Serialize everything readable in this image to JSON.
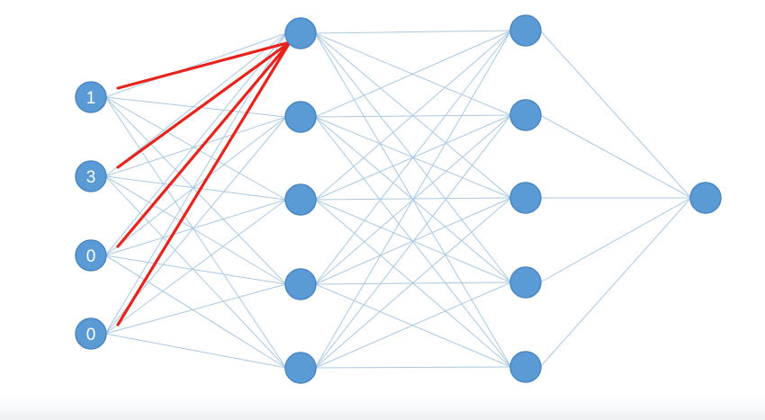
{
  "diagram": {
    "colors": {
      "node_fill": "#5b9bd5",
      "node_stroke": "#4a86c2",
      "edge": "#a9c8e3",
      "highlight": "#e8231b",
      "background": "#ffffff"
    },
    "layers": [
      {
        "name": "input",
        "labels": [
          "1",
          "3",
          "0",
          "0"
        ]
      },
      {
        "name": "hidden-1",
        "labels": [
          "",
          "",
          "",
          "",
          ""
        ]
      },
      {
        "name": "hidden-2",
        "labels": [
          "",
          "",
          "",
          "",
          ""
        ]
      },
      {
        "name": "output",
        "labels": [
          ""
        ]
      }
    ],
    "highlighted_edges_to": {
      "layer": 1,
      "node": 0
    }
  }
}
